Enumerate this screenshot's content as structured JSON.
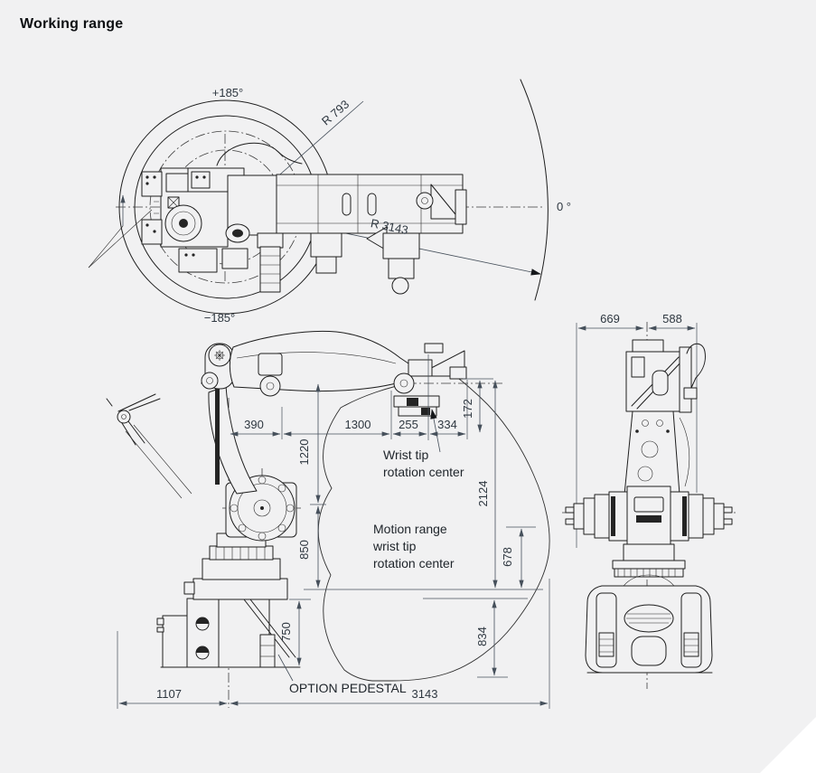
{
  "title": "Working range",
  "colors": {
    "background": "#f1f1f2",
    "line": "#1e1e1e",
    "dimension_text": "#2e3740",
    "corner_cut": "#ffffff"
  },
  "top_view": {
    "angle_max": "+185°",
    "angle_min": "−185°",
    "angle_zero": "0 °",
    "radius_min": "R 793",
    "radius_max": "R 3143"
  },
  "side_view": {
    "dims": {
      "d390": "390",
      "d1300": "1300",
      "d255": "255",
      "d334": "334",
      "d172": "172",
      "d1220": "1220",
      "d850": "850",
      "d750": "750",
      "d2124": "2124",
      "d678": "678",
      "d834": "834",
      "d1107": "1107",
      "d3143": "3143"
    },
    "labels": {
      "wrist_tip_line1": "Wrist tip",
      "wrist_tip_line2": "rotation center",
      "motion_line1": "Motion range",
      "motion_line2": "wrist tip",
      "motion_line3": "rotation center",
      "option_pedestal": "OPTION PEDESTAL"
    }
  },
  "front_view": {
    "dims": {
      "d669": "669",
      "d588": "588"
    }
  }
}
